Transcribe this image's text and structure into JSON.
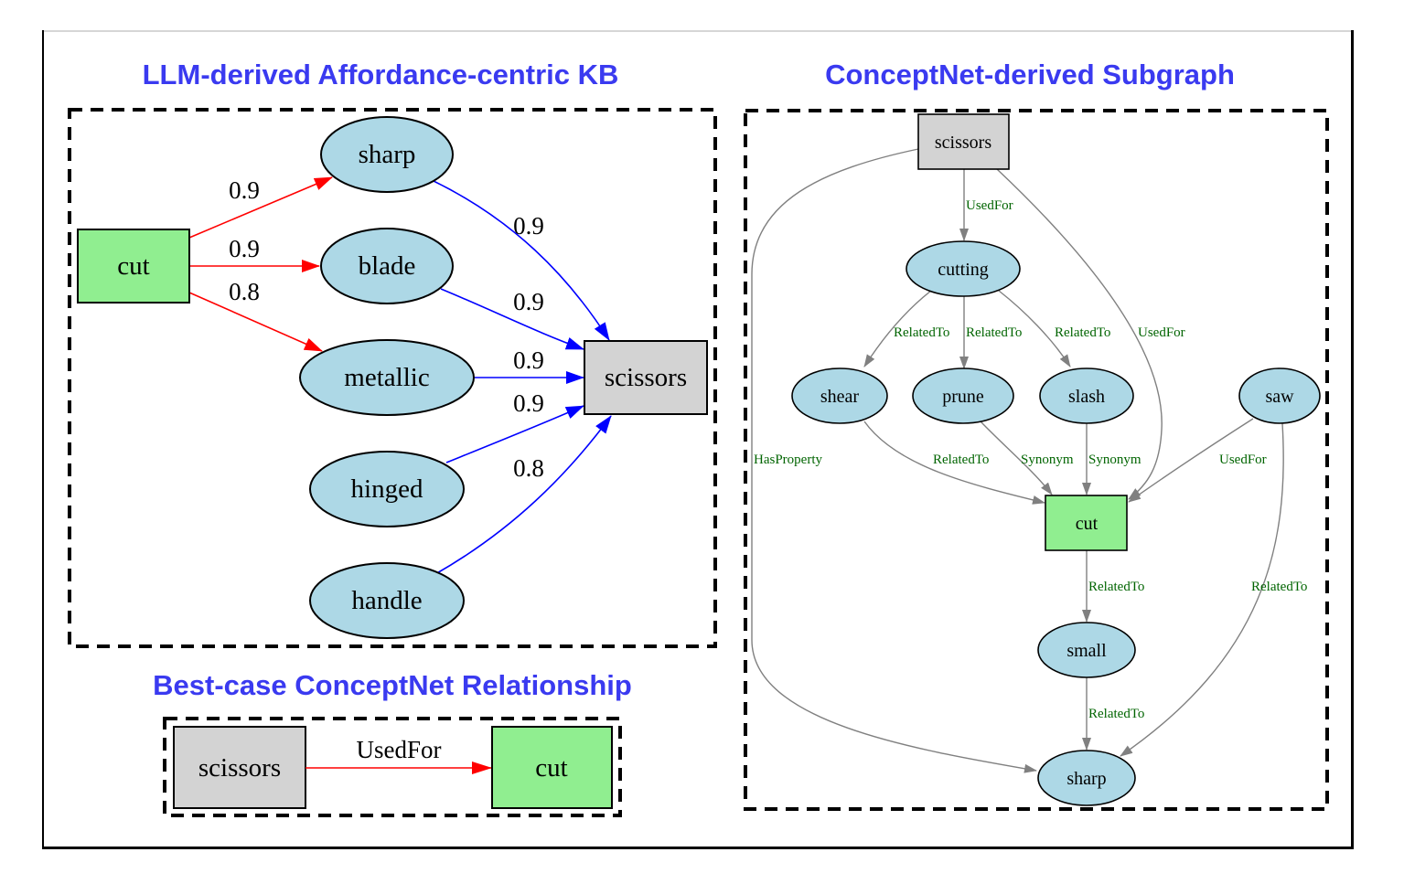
{
  "titles": {
    "llm": "LLM-derived Affordance-centric KB",
    "conceptnet": "ConceptNet-derived Subgraph",
    "bestcase": "Best-case ConceptNet Relationship"
  },
  "colors": {
    "title": "#3a3af0",
    "ellipse_fill": "#add8e6",
    "concept_fill": "#90ee90",
    "object_fill": "#d3d3d3",
    "affordance_edge": "#ff0000",
    "property_edge": "#0000ff",
    "conceptnet_edge": "#808080",
    "conceptnet_label": "#006400"
  },
  "llm_kb": {
    "nodes": {
      "cut": "cut",
      "sharp": "sharp",
      "blade": "blade",
      "metallic": "metallic",
      "hinged": "hinged",
      "handle": "handle",
      "scissors": "scissors"
    },
    "edges": {
      "cut_sharp": "0.9",
      "cut_blade": "0.9",
      "cut_metallic": "0.8",
      "sharp_scissors": "0.9",
      "blade_scissors": "0.9",
      "metallic_scissors": "0.9",
      "hinged_scissors": "0.9",
      "handle_scissors": "0.8"
    }
  },
  "conceptnet": {
    "nodes": {
      "scissors": "scissors",
      "cutting": "cutting",
      "shear": "shear",
      "prune": "prune",
      "slash": "slash",
      "saw": "saw",
      "cut": "cut",
      "small": "small",
      "sharp": "sharp"
    },
    "edges": {
      "scissors_cutting": "UsedFor",
      "scissors_cut": "UsedFor",
      "scissors_sharp": "HasProperty",
      "cutting_shear": "RelatedTo",
      "cutting_prune": "RelatedTo",
      "cutting_slash": "RelatedTo",
      "shear_cut": "RelatedTo",
      "prune_cut": "Synonym",
      "slash_cut": "Synonym",
      "saw_cut": "UsedFor",
      "saw_sharp": "RelatedTo",
      "cut_small": "RelatedTo",
      "small_sharp": "RelatedTo"
    }
  },
  "bestcase": {
    "nodes": {
      "scissors": "scissors",
      "cut": "cut"
    },
    "edge": "UsedFor"
  }
}
